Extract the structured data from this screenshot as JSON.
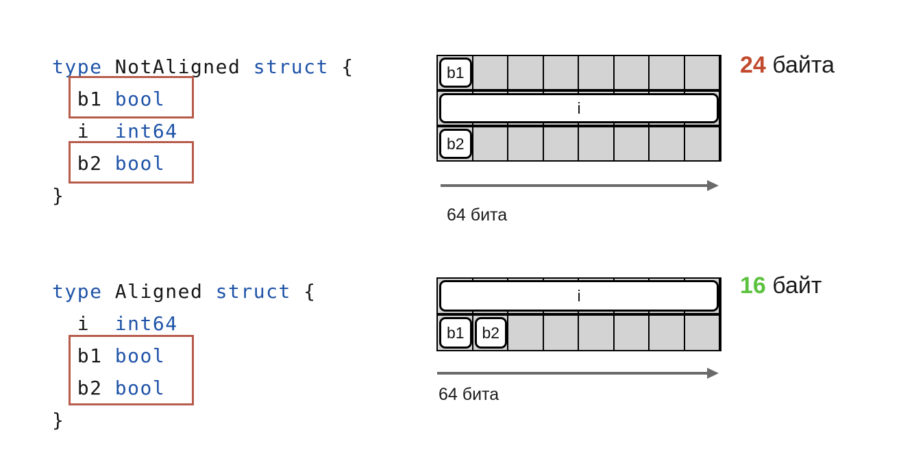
{
  "colors": {
    "code_keyword_blue": "#1f53a8",
    "code_plain_black": "#161616",
    "highlight_box_red": "#b75b4b",
    "size_red": "#c24a2e",
    "size_green": "#5cc13f",
    "cell_gray": "#d3d3d3",
    "grid_border_black": "#000000",
    "arrow_gray": "#6a6a6a",
    "background": "#ffffff"
  },
  "sections": [
    {
      "name": "not_aligned",
      "code": {
        "lines": [
          {
            "tokens": [
              "type ",
              "NotAligned ",
              "struct ",
              "{"
            ]
          },
          {
            "tokens": [
              "  b1 ",
              "bool"
            ]
          },
          {
            "tokens": [
              "  i  ",
              "int64"
            ]
          },
          {
            "tokens": [
              "  b2 ",
              "bool"
            ]
          },
          {
            "tokens": [
              "}"
            ]
          }
        ]
      },
      "memory": {
        "columns": 8,
        "rows": [
          {
            "boxes": [
              {
                "label": "b1",
                "col": 0,
                "span": 1
              }
            ]
          },
          {
            "boxes": [
              {
                "label": "i",
                "col": 0,
                "span": 8
              }
            ]
          },
          {
            "boxes": [
              {
                "label": "b2",
                "col": 0,
                "span": 1
              }
            ]
          }
        ]
      },
      "size_label": {
        "number": "24",
        "unit": "байта"
      },
      "axis_label": "64 бита"
    },
    {
      "name": "aligned",
      "code": {
        "lines": [
          {
            "tokens": [
              "type ",
              "Aligned ",
              "struct ",
              "{"
            ]
          },
          {
            "tokens": [
              "  i  ",
              "int64"
            ]
          },
          {
            "tokens": [
              "  b1 ",
              "bool"
            ]
          },
          {
            "tokens": [
              "  b2 ",
              "bool"
            ]
          },
          {
            "tokens": [
              "}"
            ]
          }
        ]
      },
      "memory": {
        "columns": 8,
        "rows": [
          {
            "boxes": [
              {
                "label": "i",
                "col": 0,
                "span": 8
              }
            ]
          },
          {
            "boxes": [
              {
                "label": "b1",
                "col": 0,
                "span": 1
              },
              {
                "label": "b2",
                "col": 1,
                "span": 1
              }
            ]
          }
        ]
      },
      "size_label": {
        "number": "16",
        "unit": "байт"
      },
      "axis_label": "64 бита"
    }
  ]
}
